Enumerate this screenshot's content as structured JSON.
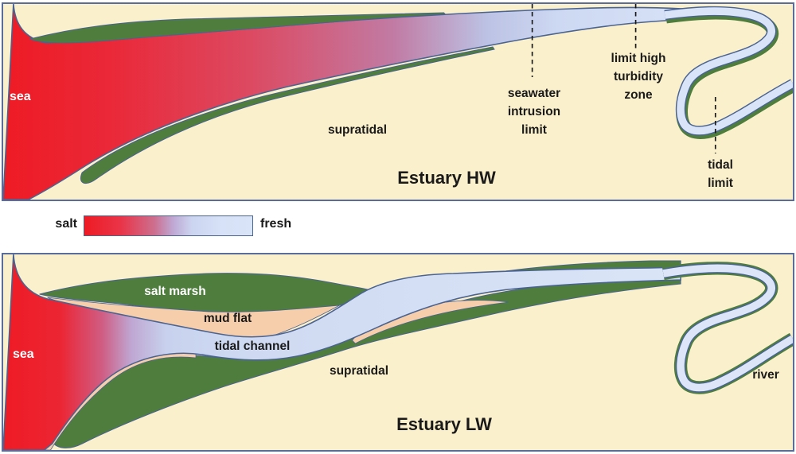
{
  "figure": {
    "top_panel": {
      "title": "Estuary HW",
      "labels": {
        "sea": "sea",
        "supratidal": "supratidal",
        "seawater_intrusion_limit": "seawater\nintrusion\nlimit",
        "limit_high_turbidity_zone": "limit high\nturbidity\nzone",
        "tidal_limit": "tidal\nlimit"
      }
    },
    "legend": {
      "salt_label": "salt",
      "fresh_label": "fresh"
    },
    "bottom_panel": {
      "title": "Estuary LW",
      "labels": {
        "sea": "sea",
        "salt_marsh": "salt marsh",
        "mud_flat": "mud flat",
        "tidal_channel": "tidal channel",
        "supratidal": "supratidal",
        "river": "river"
      }
    },
    "colors": {
      "salt_red": "#EE1B24",
      "fresh_blue": "#D9E4F8",
      "marsh_green": "#4E7D3E",
      "mud_flat_peach": "#F6CEAB",
      "supratidal_beige": "#FBF0CC",
      "channel_outline": "#4A6390",
      "panel_border": "#5A6C9C",
      "label_dark": "#1a1a1a"
    }
  }
}
